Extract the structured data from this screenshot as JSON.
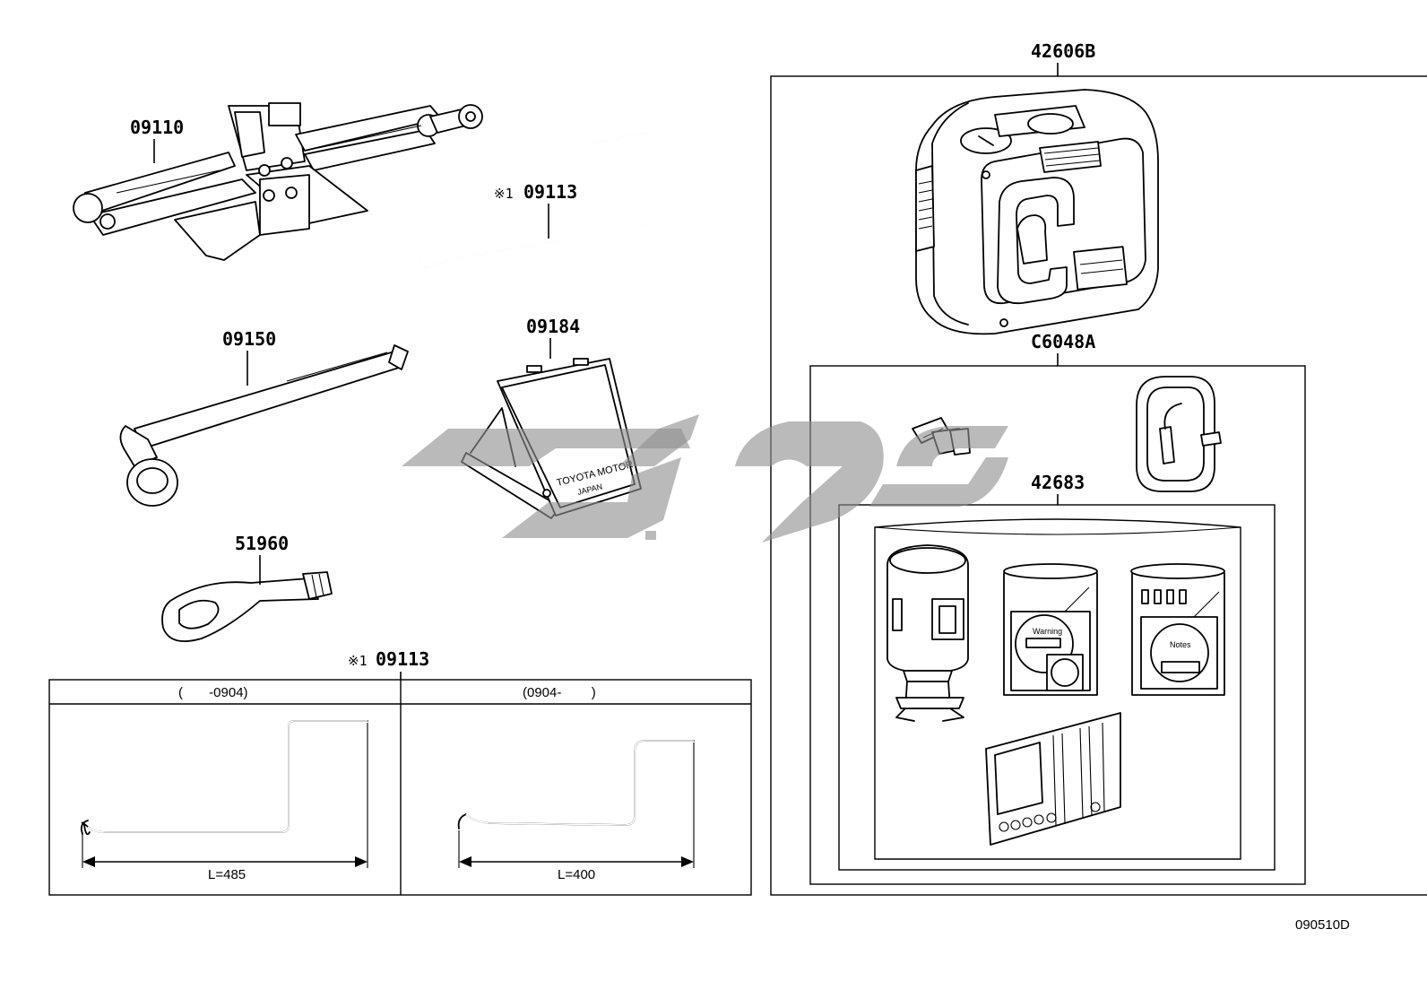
{
  "labels": {
    "jack": "09110",
    "jack_handle_mark": "※1",
    "jack_handle": "09113",
    "wrench": "09150",
    "triangle": "09184",
    "triangle_text_1": "TOYOTA MOTOR",
    "triangle_text_2": "JAPAN",
    "tow_eye": "51960",
    "compressor": "42606B",
    "hose_set": "C6048A",
    "repair_kit": "42683",
    "kit_warning": "Warning",
    "kit_notes": "Notes",
    "diagram_code": "090510D"
  },
  "handle_table": {
    "title_mark": "※1",
    "title": "09113",
    "left_header": "(       -0904)",
    "right_header": "(0904-        )",
    "left_dim": "L=485",
    "right_dim": "L=400"
  },
  "watermark": {
    "color": "#8f8f8f"
  }
}
